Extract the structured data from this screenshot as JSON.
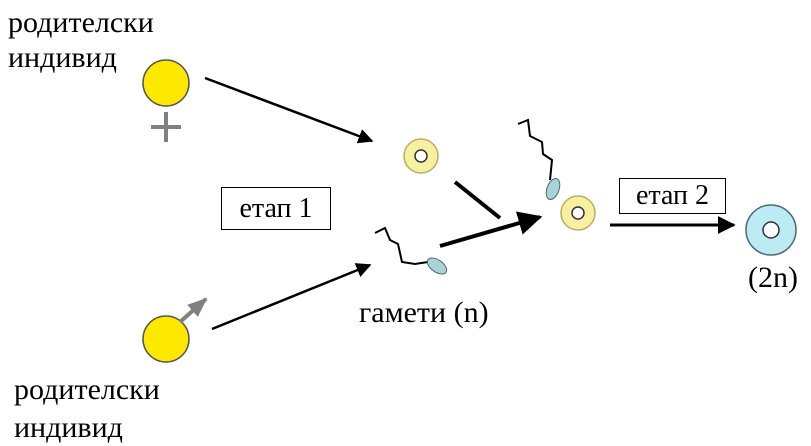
{
  "labels": {
    "parent_female_line1": "родителски",
    "parent_female_line2": "индивид",
    "parent_male_line1": "родителски",
    "parent_male_line2": "индивид",
    "stage1": "етап 1",
    "stage2": "етап 2",
    "gametes": "гамети (n)",
    "zygote_ploidy": "(2n)"
  },
  "colors": {
    "parent": "#FFE800",
    "gamete_egg": "#F6F0A0",
    "gamete_egg_ring": "#C8C040",
    "sperm_head": "#A9D3D8",
    "zygote": "#BDEBF4",
    "symbol_gray": "#808080",
    "arrow": "#000000"
  },
  "icons": {
    "female_symbol": "venus-cross",
    "male_symbol": "mars-arrow"
  }
}
